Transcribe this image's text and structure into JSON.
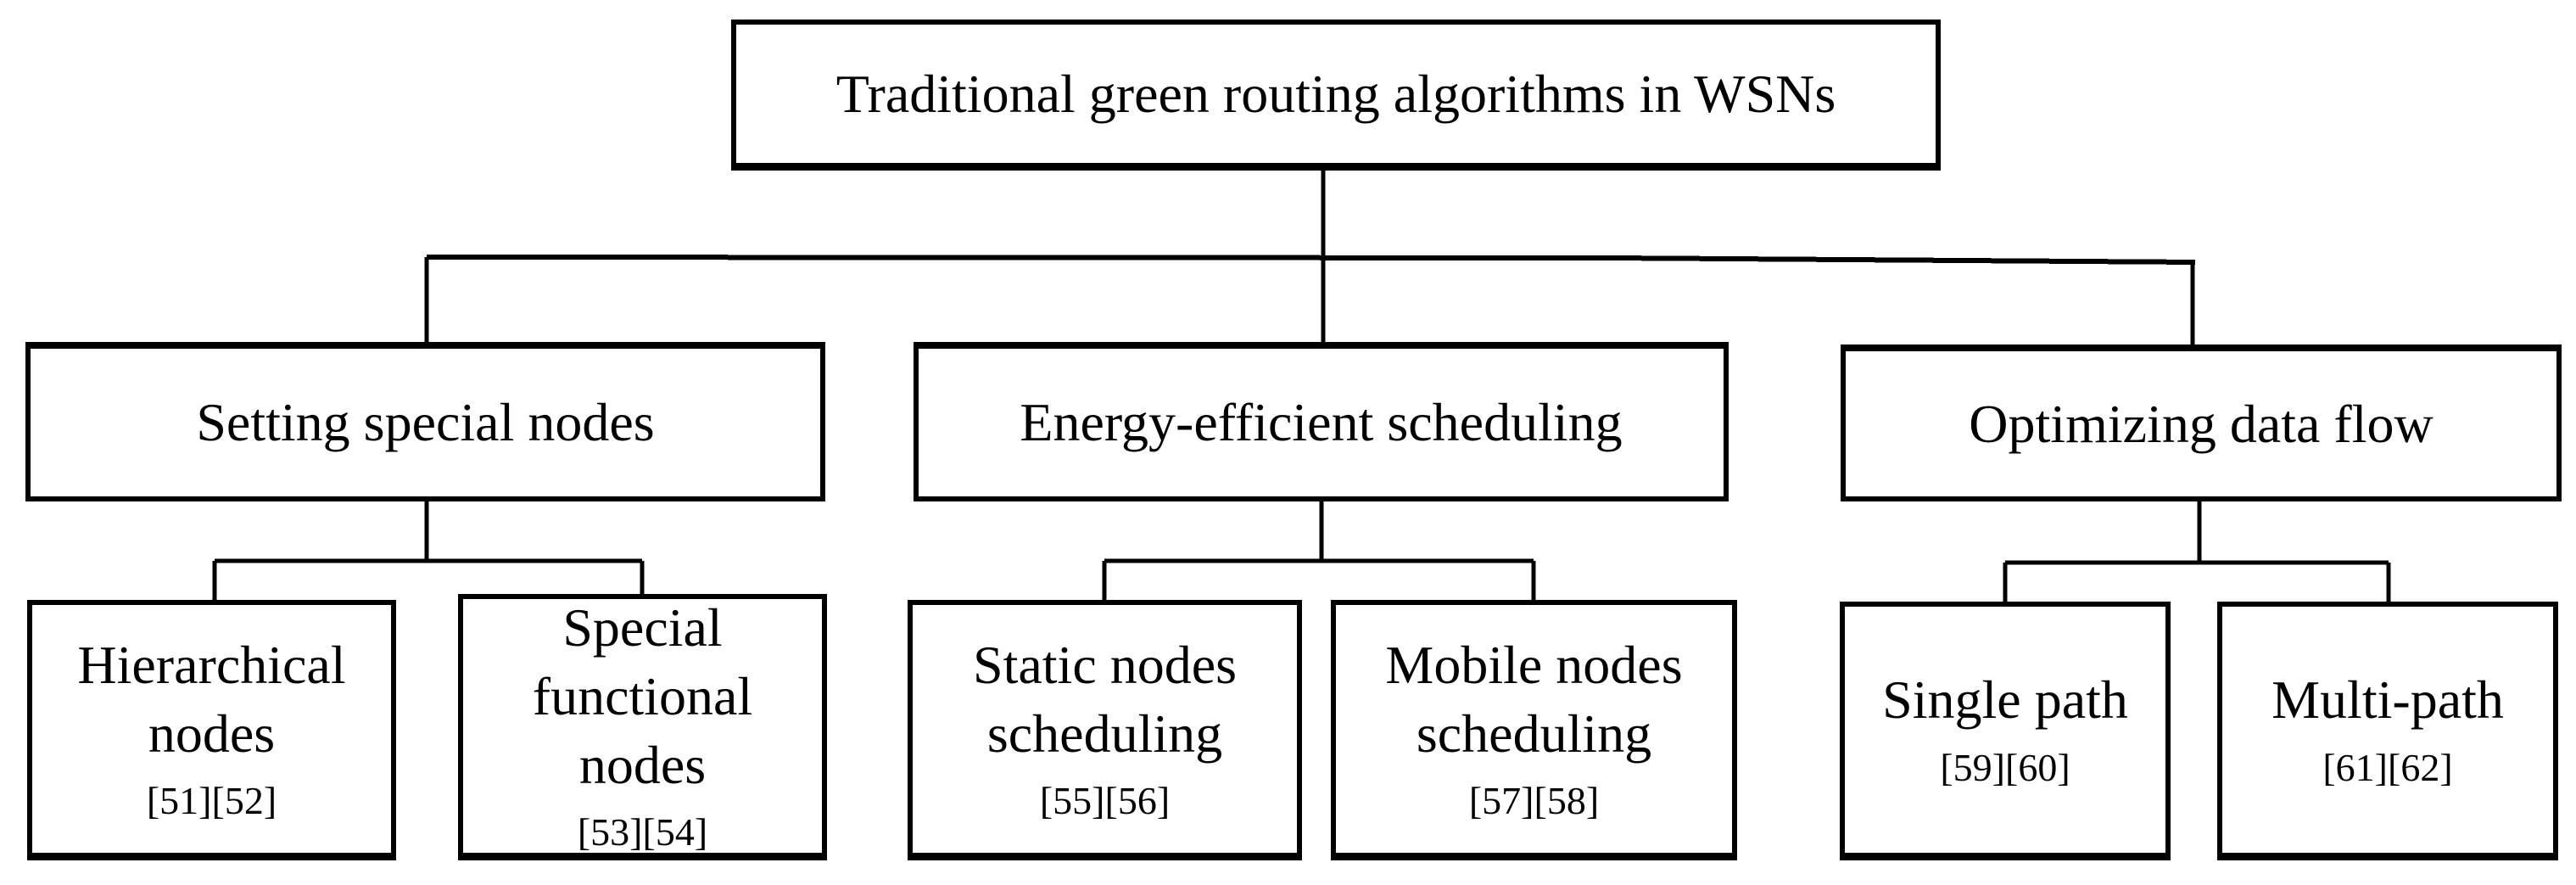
{
  "diagram": {
    "root": {
      "label": "Traditional green routing algorithms in WSNs"
    },
    "branches": [
      {
        "label": "Setting special nodes",
        "children": [
          {
            "label": "Hierarchical nodes",
            "refs": "[51][52]"
          },
          {
            "label": "Special functional nodes",
            "refs": "[53][54]"
          }
        ]
      },
      {
        "label": "Energy-efficient scheduling",
        "children": [
          {
            "label": "Static nodes scheduling",
            "refs": "[55][56]"
          },
          {
            "label": "Mobile nodes scheduling",
            "refs": "[57][58]"
          }
        ]
      },
      {
        "label": "Optimizing data flow",
        "children": [
          {
            "label": "Single path",
            "refs": "[59][60]"
          },
          {
            "label": "Multi-path",
            "refs": "[61][62]"
          }
        ]
      }
    ],
    "colors": {
      "line": "#000000",
      "text": "#000000",
      "box_border": "#000000",
      "background": "#ffffff"
    }
  }
}
